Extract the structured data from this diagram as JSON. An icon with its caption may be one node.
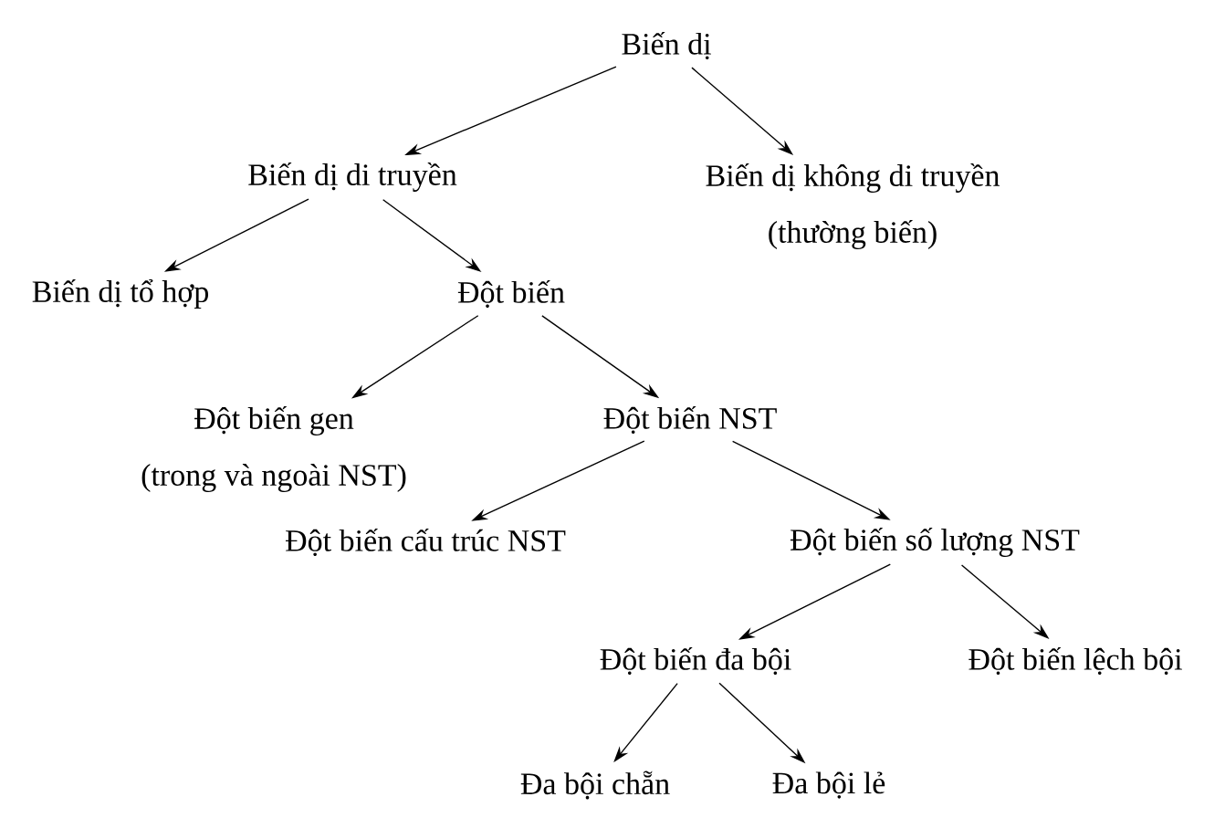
{
  "diagram": {
    "nodes": [
      {
        "text": [
          "Biến dị"
        ]
      },
      {
        "text": [
          "Biến dị di truyền"
        ]
      },
      {
        "text": [
          "Biến dị không di truyền",
          "(thường biến)"
        ]
      },
      {
        "text": [
          "Biến dị tổ hợp"
        ]
      },
      {
        "text": [
          "Đột biến"
        ]
      },
      {
        "text": [
          "Đột biến gen",
          "(trong và ngoài NST)"
        ]
      },
      {
        "text": [
          "Đột biến NST"
        ]
      },
      {
        "text": [
          "Đột biến cấu trúc NST"
        ]
      },
      {
        "text": [
          "Đột biến số lượng NST"
        ]
      },
      {
        "text": [
          "Đột biến đa bội"
        ]
      },
      {
        "text": [
          "Đột biến lệch bội"
        ]
      },
      {
        "text": [
          "Đa bội chẵn"
        ]
      },
      {
        "text": [
          "Đa bội lẻ"
        ]
      }
    ],
    "edges": [
      {
        "from": 0,
        "to": 1,
        "arrow": "to"
      },
      {
        "from": 0,
        "to": 2,
        "arrow": "to"
      },
      {
        "from": 1,
        "to": 3,
        "arrow": "to"
      },
      {
        "from": 1,
        "to": 4,
        "arrow": "to"
      },
      {
        "from": 4,
        "to": 5,
        "arrow": "to"
      },
      {
        "from": 4,
        "to": 6,
        "arrow": "to"
      },
      {
        "from": 6,
        "to": 7,
        "arrow": "to"
      },
      {
        "from": 6,
        "to": 8,
        "arrow": "to"
      },
      {
        "from": 8,
        "to": 9,
        "arrow": "to"
      },
      {
        "from": 8,
        "to": 10,
        "arrow": "to"
      },
      {
        "from": 9,
        "to": 11,
        "arrow": "to"
      },
      {
        "from": 9,
        "to": 12,
        "arrow": "to"
      }
    ]
  }
}
